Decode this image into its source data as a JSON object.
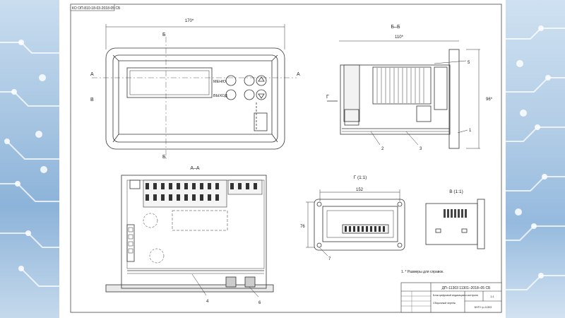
{
  "background": {
    "accent": "#8cb3d9",
    "trace_color": "#ffffff"
  },
  "drawing": {
    "doc_code_corner": "КО ОП-810-18-03-2018-05 СБ",
    "front_view": {
      "width_dim": "170*",
      "btn_menu": "МЕНЮ",
      "btn_exit": "ВЫХОД",
      "cut_a": "А",
      "cut_b": "Б",
      "cut_v": "В"
    },
    "section_bb": {
      "title": "Б–Б",
      "dim_w": "110*",
      "dim_h": "96*",
      "arrow_g": "Г",
      "callouts": [
        "5",
        "1",
        "2",
        "3"
      ]
    },
    "section_aa": {
      "title": "А–А",
      "callouts": [
        "4",
        "6"
      ]
    },
    "view_g": {
      "title": "Г (1:1)",
      "dim_w": "152",
      "dim_h": "76",
      "callout": "7"
    },
    "view_v": {
      "title": "В (1:1)"
    },
    "note": "1. * Размеры для справок.",
    "title_block": {
      "designation": "ДП–11303 11301–2018–05 СБ",
      "name": "Блок цифровой индикации и контроля",
      "sub_name": "Сборочный чертёж",
      "scale": "1:1",
      "org": "БНТУ гр.11303"
    }
  }
}
